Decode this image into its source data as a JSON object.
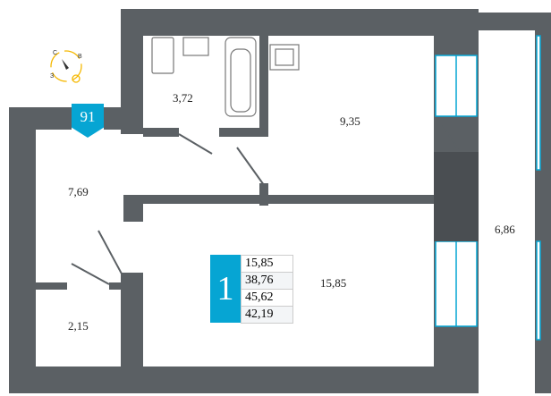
{
  "apartment_number": "91",
  "rooms_count": "1",
  "areas_table": [
    "15,85",
    "38,76",
    "45,62",
    "42,19"
  ],
  "rooms": {
    "bathroom": "3,72",
    "kitchen": "9,35",
    "hallway": "7,69",
    "storage": "2,15",
    "living_room": "15,85",
    "balcony": "6,86"
  },
  "compass": {
    "north": "С",
    "east": "В",
    "west": "З"
  },
  "colors": {
    "wall": "#5b6064",
    "accent": "#06a5d3",
    "sun": "#f5b800"
  }
}
